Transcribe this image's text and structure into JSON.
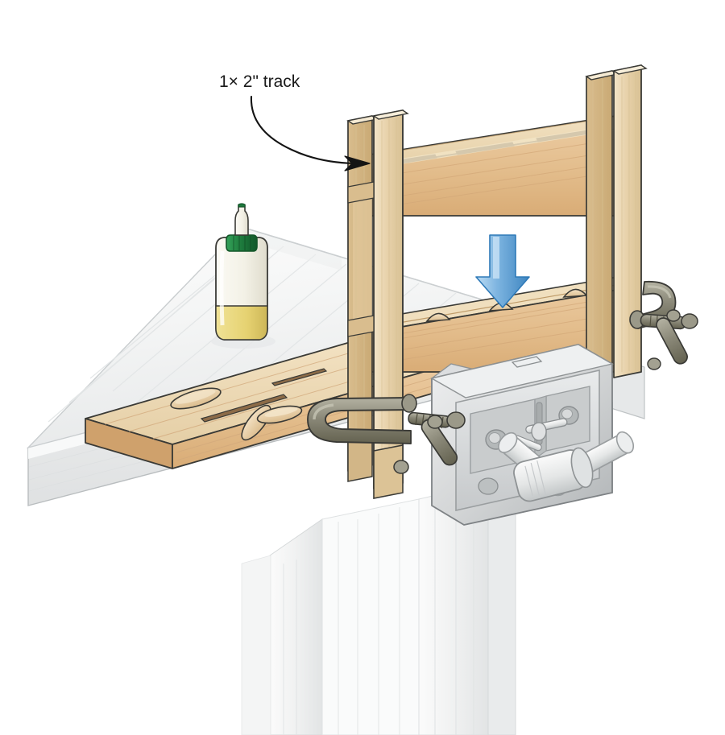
{
  "illustration": {
    "kind": "woodworking-technique-illustration",
    "subject": "Biscuit-joined panel held upright in a shop-made 1x2 track jig clamped to a workbench vise",
    "background_color": "#ffffff"
  },
  "annotations": [
    {
      "id": "track-callout",
      "label": "1× 2\" track",
      "text_color": "#1a1a1a",
      "leader": "curved-arrow",
      "leader_color": "#141414",
      "points_to": "left-1x2-track-upright"
    }
  ],
  "motion_arrow": {
    "name": "assembly-direction-arrow",
    "direction": "down",
    "meaning": "upper rail drops onto protruding biscuits",
    "color_light": "#a8d2f0",
    "color_mid": "#5b9bd5",
    "color_dark": "#2f7ab8"
  },
  "palette": {
    "board_face": "#e3bd8c",
    "board_face_light": "#ebcda3",
    "board_edge": "#d9ad77",
    "board_end": "#c99a63",
    "track_face": "#e8d2ab",
    "track_light": "#f0e2c6",
    "track_shadow": "#d4b98c",
    "biscuit": "#e2c79f",
    "bench_top": "#f7f7f7",
    "bench_shade": "#e8e9ea",
    "bench_apron": "#eceded",
    "bench_leg": "#f2f3f3",
    "clamp_metal": "#8a8878",
    "clamp_metal_dark": "#6e6c5e",
    "clamp_metal_light": "#aeac9c",
    "vise_body": "#d3d5d6",
    "vise_light": "#eceeef",
    "vise_dark": "#a9adaf",
    "vise_handle": "#e6e8e8",
    "glue_bottle": "#f6f4ec",
    "glue_liquid": "#e8d57a",
    "glue_cap": "#1d7a3c",
    "glue_nozzle": "#e9ece4",
    "outline": "#3a3a36",
    "outline_soft": "#6d6d68",
    "text": "#1a1a1a"
  },
  "parts": [
    {
      "name": "left-1x2-track-upright",
      "label": "1×2\" track (left, front)",
      "material": "softwood",
      "color": "#e8d2ab"
    },
    {
      "name": "left-1x2-track-rear",
      "label": "1×2\" track (left, rear)",
      "material": "softwood",
      "color": "#e8d2ab"
    },
    {
      "name": "right-1x2-track-upright",
      "label": "1×2\" track (right, front)",
      "material": "softwood",
      "color": "#e8d2ab"
    },
    {
      "name": "right-1x2-track-rear",
      "label": "1×2\" track (right, rear)",
      "material": "softwood",
      "color": "#e8d2ab"
    },
    {
      "name": "upper-rail-board",
      "label": "upper rail with biscuit slots",
      "material": "hardwood",
      "color": "#e3bd8c"
    },
    {
      "name": "lower-rail-board",
      "label": "lower rail with protruding biscuits",
      "material": "hardwood",
      "color": "#e3bd8c"
    },
    {
      "name": "loose-board-on-bench",
      "label": "slotted board resting on bench",
      "material": "hardwood",
      "color": "#e3bd8c"
    },
    {
      "name": "workbench-top",
      "label": "workbench top",
      "material": "painted/maple",
      "color": "#f7f7f7"
    },
    {
      "name": "workbench-apron",
      "label": "workbench apron",
      "color": "#eceded"
    },
    {
      "name": "workbench-leg",
      "label": "workbench leg",
      "color": "#f2f3f3"
    },
    {
      "name": "front-vise",
      "label": "front vise (cast iron)",
      "color": "#d3d5d6"
    },
    {
      "name": "vise-t-handle",
      "label": "vise T-handle",
      "color": "#e6e8e8"
    },
    {
      "name": "c-clamp-left",
      "label": "C-clamp securing left track to vise jaw",
      "color": "#8a8878"
    },
    {
      "name": "c-clamp-right",
      "label": "C-clamp securing right track",
      "color": "#8a8878"
    },
    {
      "name": "glue-bottle",
      "label": "wood glue bottle",
      "color": "#f6f4ec"
    },
    {
      "name": "biscuit-loose-a",
      "label": "loose biscuit",
      "color": "#e2c79f"
    },
    {
      "name": "biscuit-loose-b",
      "label": "loose biscuit",
      "color": "#e2c79f"
    }
  ],
  "counts": {
    "biscuits_protruding_in_lower_rail": 4,
    "biscuit_slots_upper_rail": 3,
    "loose_biscuits_on_bench": 2,
    "biscuit_slots_loose_board": 2,
    "c_clamps": 2,
    "track_uprights": 4
  }
}
